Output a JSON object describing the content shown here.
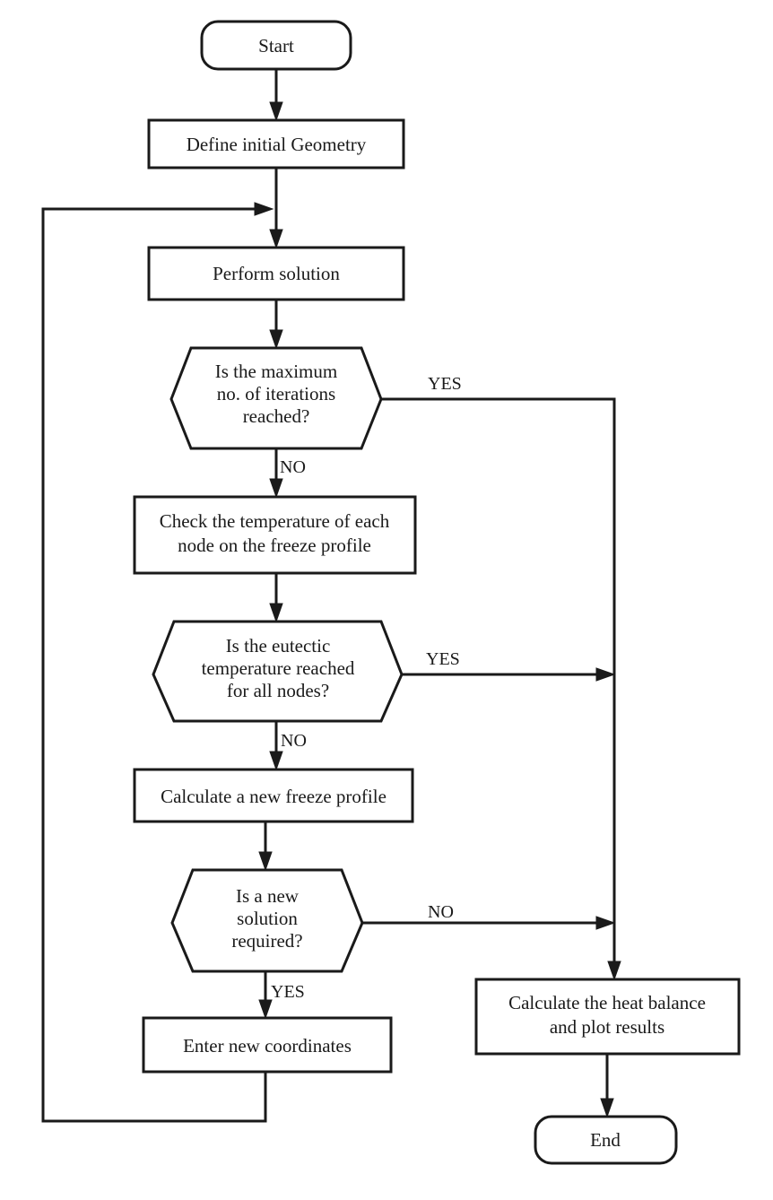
{
  "diagram": {
    "nodes": {
      "start": [
        "Start"
      ],
      "define_geometry": [
        "Define initial Geometry"
      ],
      "perform_solution": [
        "Perform solution"
      ],
      "max_iterations": [
        "Is the maximum",
        "no. of iterations",
        "reached?"
      ],
      "check_temperature": [
        "Check the temperature of each",
        "node on the freeze profile"
      ],
      "eutectic_reached": [
        "Is the eutectic",
        "temperature reached",
        "for all nodes?"
      ],
      "new_freeze_profile": [
        "Calculate a new freeze profile"
      ],
      "new_solution_required": [
        "Is a new",
        "solution",
        "required?"
      ],
      "enter_coordinates": [
        "Enter new coordinates"
      ],
      "heat_balance": [
        "Calculate the heat balance",
        "and plot results"
      ],
      "end": [
        "End"
      ]
    },
    "edge_labels": {
      "max_iterations_yes": "YES",
      "max_iterations_no": "NO",
      "eutectic_yes": "YES",
      "eutectic_no": "NO",
      "new_solution_no": "NO",
      "new_solution_yes": "YES"
    }
  }
}
